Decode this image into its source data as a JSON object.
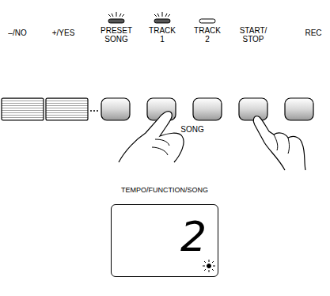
{
  "diagram": {
    "nodes": [
      {
        "text": [
          "TEMPO/FUNCTION/SONG",
          "2"
        ]
      }
    ],
    "labels": [
      "–/NO",
      "+/YES",
      "PRESET SONG",
      "TRACK 1",
      "TRACK 2",
      "START/ STOP",
      "REC",
      "SONG"
    ]
  }
}
